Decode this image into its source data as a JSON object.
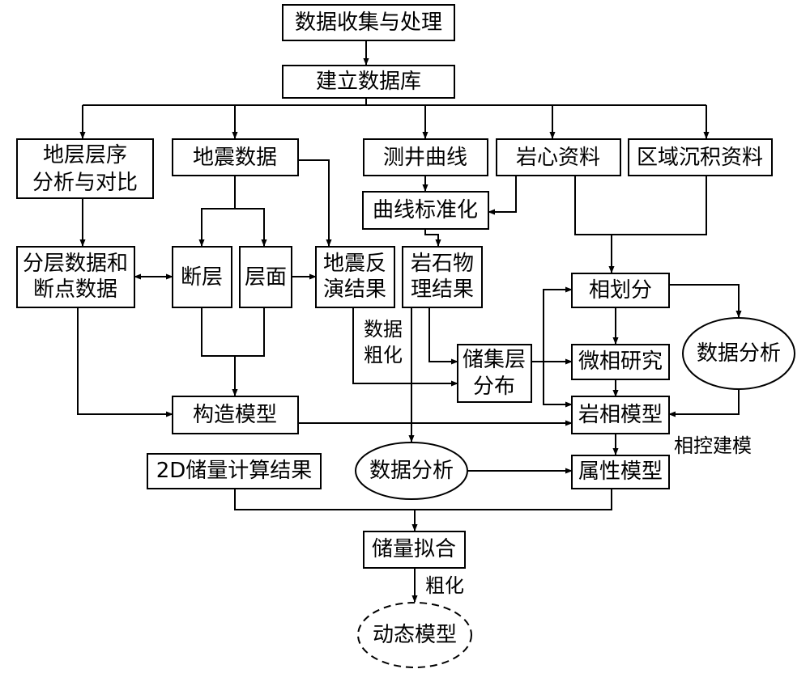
{
  "nodes": {
    "data_collection": "数据收集与处理",
    "database": "建立数据库",
    "strat_1": "地层层序",
    "strat_2": "分析与对比",
    "seismic": "地震数据",
    "well_log": "测井曲线",
    "core": "岩心资料",
    "regional": "区域沉积资料",
    "curve_std": "曲线标准化",
    "layer_data_1": "分层数据和",
    "layer_data_2": "断点数据",
    "fault": "断层",
    "horizon": "层面",
    "inversion_1": "地震反",
    "inversion_2": "演结果",
    "petro_1": "岩石物",
    "petro_2": "理结果",
    "facies_div": "相划分",
    "data_analysis_right": "数据分析",
    "reservoir_1": "储集层",
    "reservoir_2": "分布",
    "microfacies": "微相研究",
    "structural_model": "构造模型",
    "facies_model": "岩相模型",
    "reserves_2d": "2D储量计算结果",
    "data_analysis_mid": "数据分析",
    "property_model": "属性模型",
    "reserve_fit": "储量拟合",
    "dynamic_model": "动态模型"
  },
  "labels": {
    "coarsen_1_a": "数据",
    "coarsen_1_b": "粗化",
    "facies_control": "相控建模",
    "coarsen_2": "粗化"
  },
  "colors": {
    "stroke": "#000000",
    "background": "#ffffff"
  }
}
